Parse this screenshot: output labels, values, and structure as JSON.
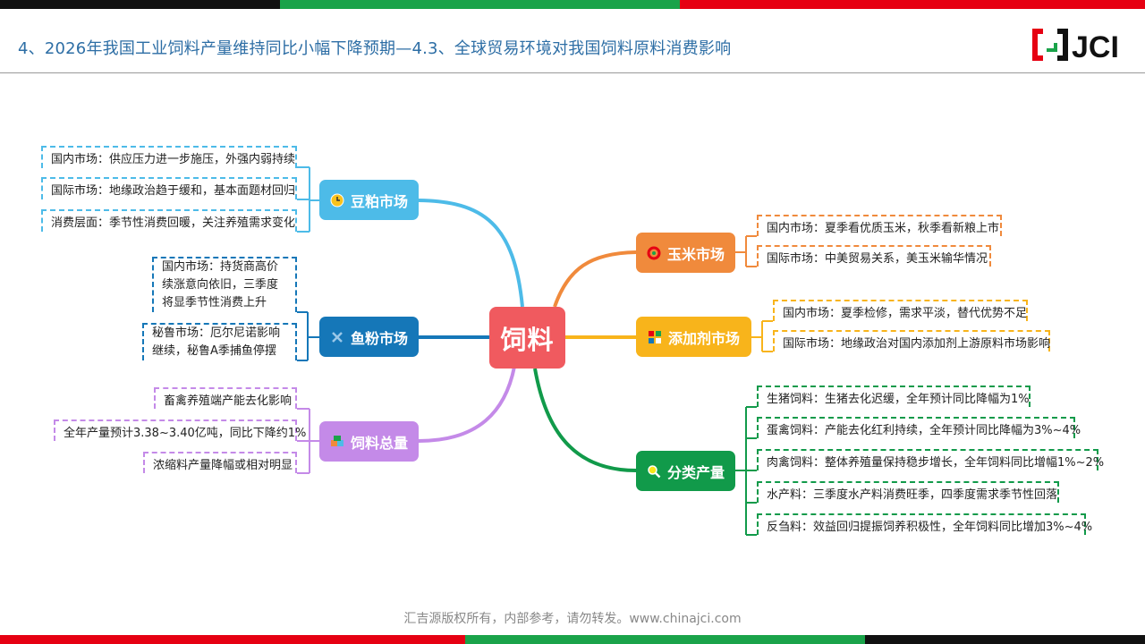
{
  "header": {
    "title": "4、2026年我国工业饲料产量维持同比小幅下降预期—4.3、全球贸易环境对我国饲料原料消费影响",
    "logo_text": "JCI"
  },
  "colors": {
    "bar_black": "#111111",
    "bar_green": "#1aa34a",
    "bar_red": "#e60012",
    "central": "#f05a5f",
    "soybean": "#4dbbe8",
    "fishmeal": "#1577b8",
    "total": "#c48ae8",
    "corn": "#f08a3c",
    "additive": "#f8b41b",
    "category": "#119a4a"
  },
  "mindmap": {
    "central": "饲料",
    "branches": {
      "soybean": {
        "label": "豆粕市场",
        "icon": "clock-icon",
        "leaves": [
          "国内市场：供应压力进一步施压，外强内弱持续",
          "国际市场：地缘政治趋于缓和，基本面题材回归",
          "消费层面：季节性消费回暖，关注养殖需求变化"
        ]
      },
      "fishmeal": {
        "label": "鱼粉市场",
        "icon": "cross-icon",
        "leaves": [
          "国内市场：持货商高价续涨意向依旧，三季度将显季节性消费上升",
          "秘鲁市场：厄尔尼诺影响继续，秘鲁A季捕鱼停摆"
        ]
      },
      "total": {
        "label": "饲料总量",
        "icon": "cube-icon",
        "leaves": [
          "畜禽养殖端产能去化影响",
          "全年产量预计3.38~3.40亿吨，同比下降约1%",
          "浓缩料产量降幅或相对明显"
        ]
      },
      "corn": {
        "label": "玉米市场",
        "icon": "ring-icon",
        "leaves": [
          "国内市场：夏季看优质玉米，秋季看新粮上市",
          "国际市场：中美贸易关系，美玉米输华情况"
        ]
      },
      "additive": {
        "label": "添加剂市场",
        "icon": "grid-icon",
        "leaves": [
          "国内市场：夏季检修，需求平淡，替代优势不足",
          "国际市场：地缘政治对国内添加剂上游原料市场影响"
        ]
      },
      "category": {
        "label": "分类产量",
        "icon": "magnifier-icon",
        "leaves": [
          "生猪饲料：生猪去化迟缓，全年预计同比降幅为1%",
          "蛋禽饲料：产能去化红利持续，全年预计同比降幅为3%~4%",
          "肉禽饲料：整体养殖量保持稳步增长，全年饲料同比增幅1%~2%",
          "水产料：三季度水产料消费旺季，四季度需求季节性回落",
          "反刍料：效益回归提振饲养积极性，全年饲料同比增加3%~4%"
        ]
      }
    }
  },
  "footer": {
    "text": "汇吉源版权所有，内部参考，请勿转发。www.chinajci.com"
  }
}
